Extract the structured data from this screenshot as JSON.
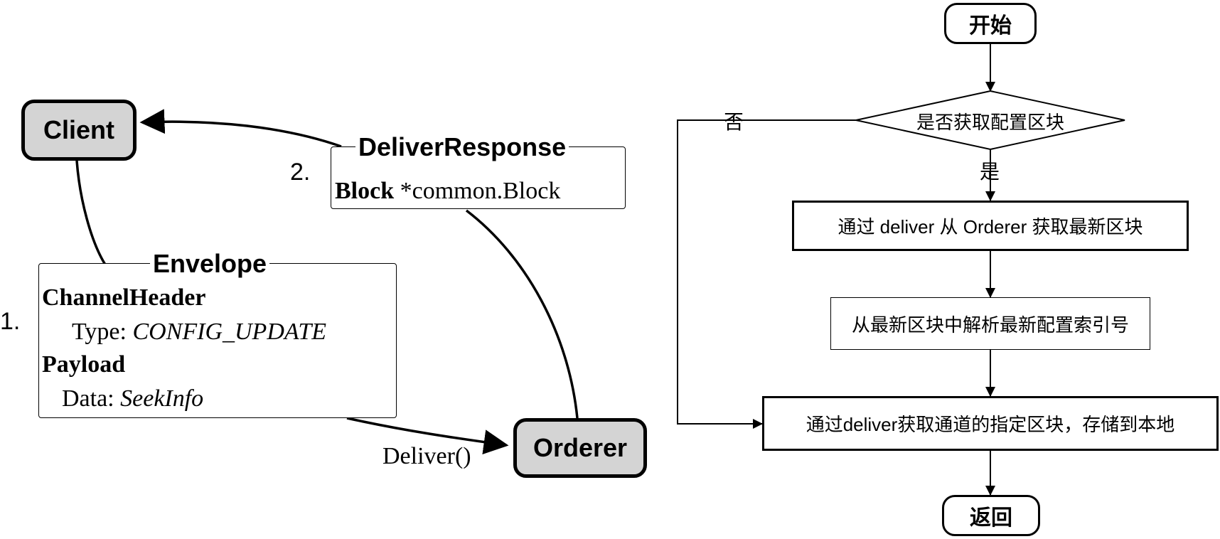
{
  "left": {
    "client_label": "Client",
    "orderer_label": "Orderer",
    "step1": "1.",
    "step2": "2.",
    "deliver_call": "Deliver()",
    "envelope": {
      "title": "Envelope",
      "header_field": "ChannelHeader",
      "type_key": "Type: ",
      "type_value": "CONFIG_UPDATE",
      "payload_field": "Payload",
      "data_key": "Data: ",
      "data_value": "SeekInfo"
    },
    "deliver_response": {
      "title": "DeliverResponse",
      "block_key": "Block",
      "block_type": " *common.Block"
    }
  },
  "flowchart": {
    "start": "开始",
    "decision": "是否获取配置区块",
    "no_label": "否",
    "yes_label": "是",
    "step_fetch_latest": "通过 deliver 从 Orderer 获取最新区块",
    "step_parse": "从最新区块中解析最新配置索引号",
    "step_fetch_store": "通过deliver获取通道的指定区块，存储到本地",
    "end": "返回"
  }
}
